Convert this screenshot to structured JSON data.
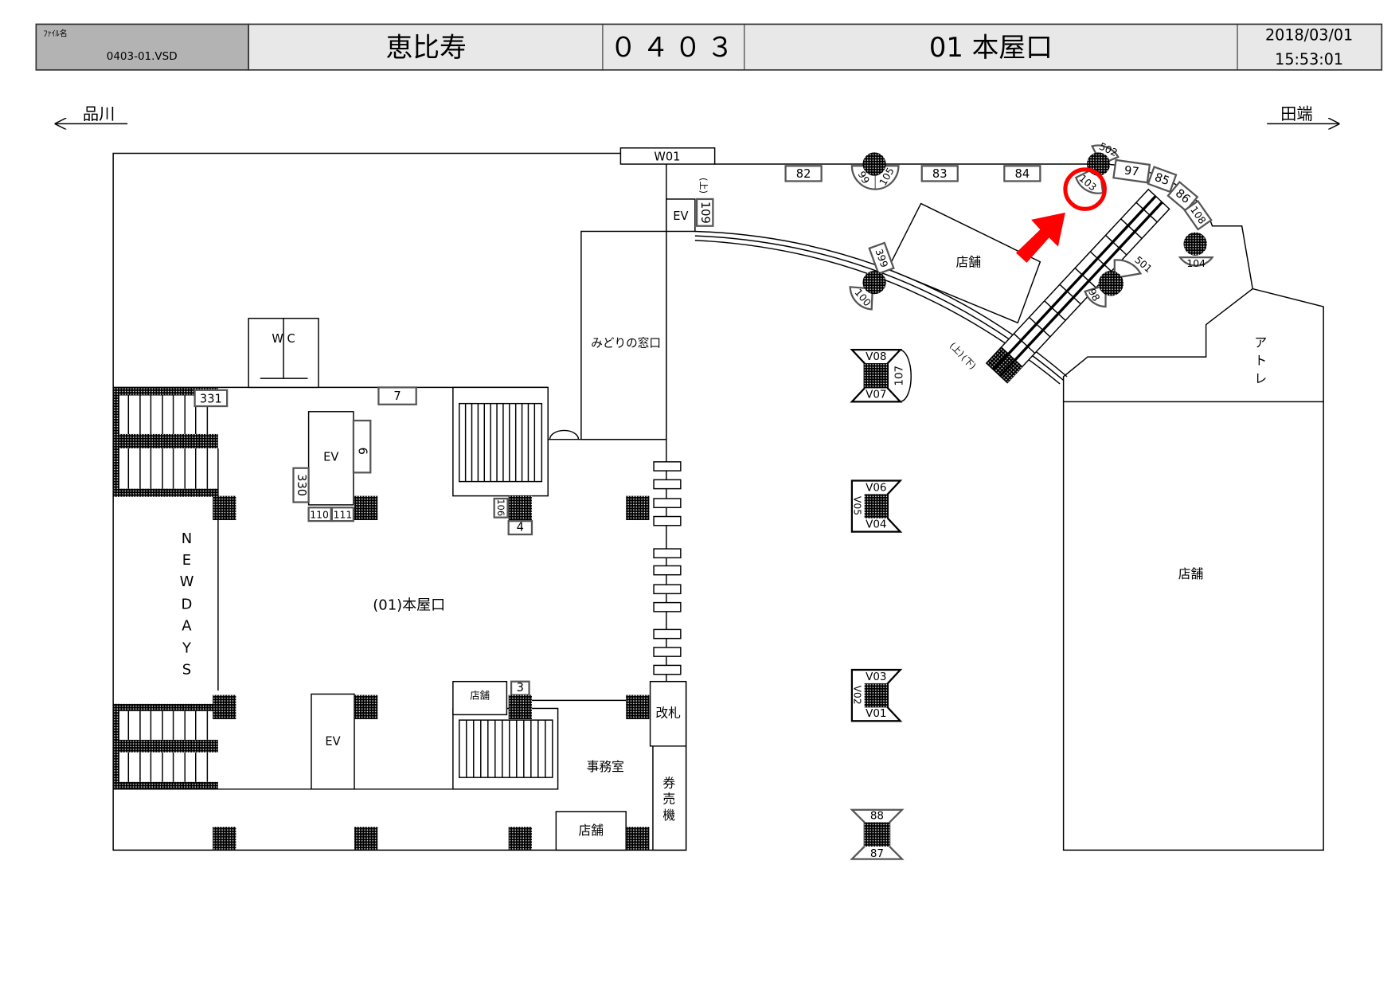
{
  "header": {
    "file_label": "ﾌｧｲﾙ名",
    "file_name": "0403-01.VSD",
    "station": "恵比寿",
    "code": "０４０３",
    "exit": "01  本屋口",
    "date": "2018/03/01",
    "time": "15:53:01"
  },
  "directions": {
    "left": "品川",
    "right": "田端"
  },
  "rooms": {
    "wc": "W C",
    "ev1": "EV",
    "ev2": "EV",
    "ev3": "EV",
    "midori": "みどりの窓口",
    "area": "(01)本屋口",
    "newdays": [
      "N",
      "E",
      "W",
      "D",
      "A",
      "Y",
      "S"
    ],
    "shop_small": "店舗",
    "shop_bottom": "店舗",
    "shop_upper": "店舗",
    "shop_big": "店舗",
    "office": "事務室",
    "gate": "改札",
    "ticket": [
      "券",
      "売",
      "機"
    ],
    "atre": [
      "ア",
      "ト",
      "レ"
    ],
    "up": "(上)",
    "down": "(下)"
  },
  "boards": {
    "w01": "W01",
    "b82": "82",
    "b83": "83",
    "b84": "84",
    "b99": "99",
    "b105": "105",
    "b502": "502",
    "b103": "103",
    "b97": "97",
    "b85": "85",
    "b86": "86",
    "b108": "108",
    "b104": "104",
    "b501": "501",
    "b98": "98",
    "b399": "399",
    "b100": "100",
    "b109": "109",
    "b331": "331",
    "b7": "7",
    "b6": "6",
    "b330": "330",
    "b110": "110",
    "b111": "111",
    "b106": "106",
    "b4": "4",
    "b3": "3",
    "b107": "107",
    "v08": "V08",
    "v07": "V07",
    "v06": "V06",
    "v05": "V05",
    "v04": "V04",
    "v03": "V03",
    "v02": "V02",
    "v01": "V01",
    "b88": "88",
    "b87": "87"
  },
  "highlight": {
    "target": "103",
    "color": "#ff0000"
  }
}
